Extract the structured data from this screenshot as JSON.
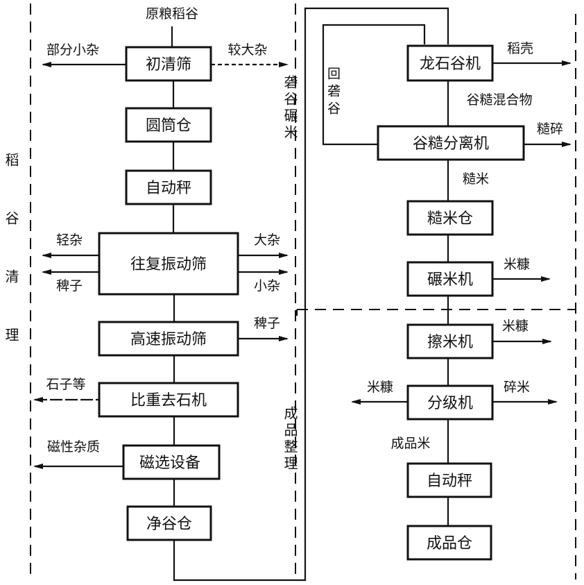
{
  "title": "稻谷加工工艺流程",
  "sections": {
    "cleaning": "稻谷清理",
    "hulling_milling": "砻谷碾米",
    "finishing": "成品整理"
  },
  "cleaning_column": {
    "input": "原粮稻谷",
    "boxes": [
      {
        "id": "prelim-screen",
        "label": "初清筛"
      },
      {
        "id": "silo",
        "label": "圆筒仓"
      },
      {
        "id": "auto-scale-1",
        "label": "自动秤"
      },
      {
        "id": "reciprocating-screen",
        "label": "往复振动筛"
      },
      {
        "id": "high-speed-screen",
        "label": "高速振动筛"
      },
      {
        "id": "destoner",
        "label": "比重去石机"
      },
      {
        "id": "magnetic-separator",
        "label": "磁选设备"
      },
      {
        "id": "clean-grain-bin",
        "label": "净谷仓"
      }
    ],
    "outputs": {
      "prelim_left": "部分小杂",
      "prelim_right": "较大杂",
      "recip_left_top": "轻杂",
      "recip_left_bottom": "稗子",
      "recip_right_top": "大杂",
      "recip_right_bottom": "小杂",
      "highspeed_right": "稗子",
      "destoner_left": "石子等",
      "magnetic_left": "磁性杂质"
    }
  },
  "milling_column": {
    "return_label": "回砻谷",
    "boxes": [
      {
        "id": "huller",
        "label": "龙石谷机"
      },
      {
        "id": "paddy-separator",
        "label": "谷糙分离机"
      },
      {
        "id": "brown-rice-bin",
        "label": "糙米仓"
      },
      {
        "id": "rice-mill",
        "label": "碾米机"
      },
      {
        "id": "rice-polisher",
        "label": "擦米机"
      },
      {
        "id": "grader",
        "label": "分级机"
      },
      {
        "id": "auto-scale-2",
        "label": "自动秤"
      },
      {
        "id": "product-bin",
        "label": "成品仓"
      }
    ],
    "outputs": {
      "huller_right": "稻壳",
      "huller_down": "谷糙混合物",
      "separator_right": "糙碎",
      "separator_down": "糙米",
      "mill_right": "米糠",
      "polisher_right": "米糠",
      "grader_left": "米糠",
      "grader_right": "碎米",
      "grader_down": "成品米"
    }
  }
}
